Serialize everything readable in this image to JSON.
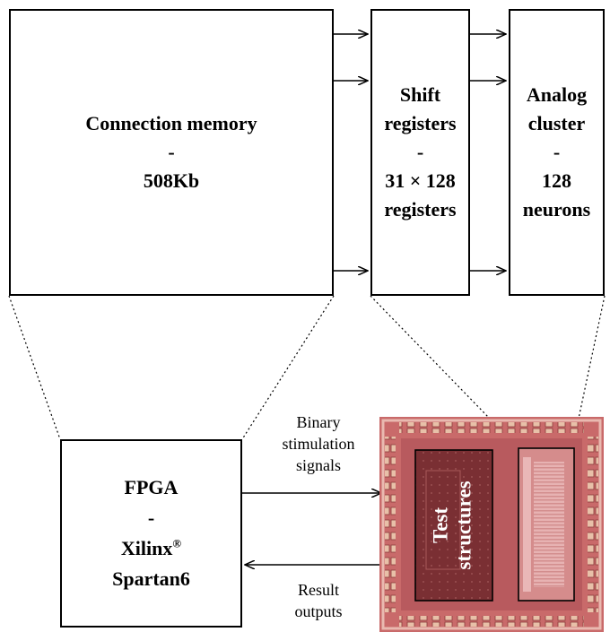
{
  "blocks": {
    "connection_memory": {
      "line1": "Connection memory",
      "line2": "-",
      "line3": "508Kb"
    },
    "shift_registers": {
      "line1": "Shift",
      "line2": "registers",
      "line3": "-",
      "line4": "31 × 128",
      "line5": "registers"
    },
    "analog_cluster": {
      "line1": "Analog",
      "line2": "cluster",
      "line3": "-",
      "line4": "128",
      "line5": "neurons"
    },
    "fpga": {
      "line1": "FPGA",
      "line2": "-",
      "line3": "Xilinx",
      "line3_mark": "®",
      "line4": "Spartan6"
    }
  },
  "signals": {
    "stimulation": {
      "line1": "Binary",
      "line2": "stimulation",
      "line3": "signals"
    },
    "result": {
      "line1": "Result",
      "line2": "outputs"
    }
  },
  "chip": {
    "test_label_line1": "Test",
    "test_label_line2": "structures"
  },
  "colors": {
    "chip_body": "#c96a6a",
    "chip_region_dark": "#6b2a2a",
    "chip_region_light": "#e2a6a6",
    "outline": "#000000"
  }
}
